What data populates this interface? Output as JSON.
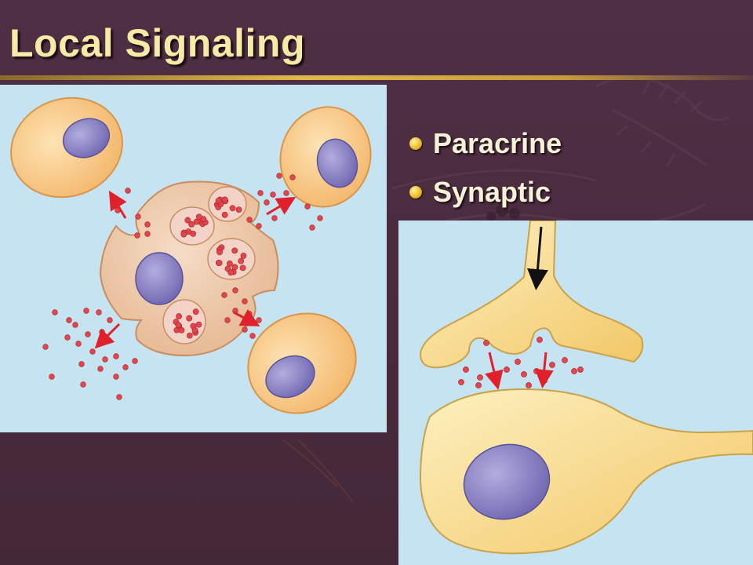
{
  "slide": {
    "title": "Local Signaling",
    "bullets": [
      {
        "label": "Paracrine"
      },
      {
        "label": "Synaptic"
      }
    ]
  },
  "colors": {
    "background": "#4a2c3e",
    "title": "#f7e9a6",
    "panel": "#c6e3f1",
    "cell": "#f6c47e",
    "nucleus": "#8e86c8",
    "signal_molecule": "#e0464c",
    "arrow": "#e0202a",
    "neuron": "#f8dc86"
  },
  "figures": [
    {
      "name": "paracrine-illustration",
      "icons": [
        "secreting-cell",
        "target-cell",
        "secretory-vesicle",
        "signal-molecule",
        "diffusion-arrow"
      ]
    },
    {
      "name": "synaptic-illustration",
      "icons": [
        "axon-terminal",
        "target-cell",
        "neurotransmitter",
        "nerve-impulse-arrow"
      ]
    }
  ]
}
